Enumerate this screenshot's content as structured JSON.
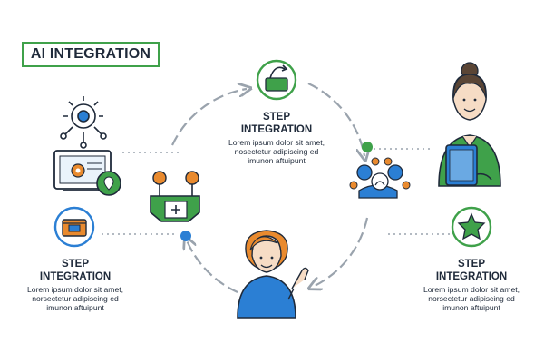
{
  "title": "AI INTEGRATION",
  "steps": [
    {
      "title_line1": "STEP",
      "title_line2": "INTEGRATION",
      "body": [
        "Lorem ipsum dolor sit amet,",
        "nosectetur adipiscing ed",
        "imunon aftuipunt"
      ]
    },
    {
      "title_line1": "STEP",
      "title_line2": "INTEGRATION",
      "body": [
        "Lorem ipsum dolor sit amet,",
        "norsectetur adipiscing ed",
        "imunon aftuipunt"
      ]
    },
    {
      "title_line1": "STEP",
      "title_line2": "INTEGRATION",
      "body": [
        "Lorem ipsum dolor sit amet,",
        "norsectetur adipiscing ed",
        "imunon aftuipunt"
      ]
    }
  ],
  "colors": {
    "green": "#3fa14a",
    "blue": "#2b7fd4",
    "orange": "#e98a2e",
    "navy": "#1f2a3a",
    "gray": "#9aa3ad"
  },
  "icons": [
    "gear-brain-icon",
    "monitor-gear-icon",
    "location-pin-icon",
    "folder-icon",
    "circuit-network-icon",
    "chat-hand-icon",
    "people-network-icon",
    "star-badge-icon"
  ]
}
